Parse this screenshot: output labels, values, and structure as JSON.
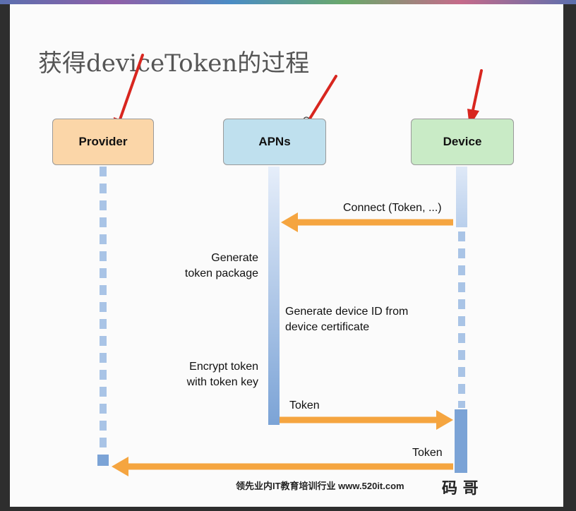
{
  "slide": {
    "title": "获得deviceToken的过程",
    "footer": "领先业内IT教育培训行业 www.520it.com",
    "footer_logo": "码 哥"
  },
  "participants": [
    {
      "id": "provider",
      "label": "Provider",
      "fill": "#fbd6a8"
    },
    {
      "id": "apns",
      "label": "APNs",
      "fill": "#bfe0ee"
    },
    {
      "id": "device",
      "label": "Device",
      "fill": "#c9ebc6"
    }
  ],
  "messages": [
    {
      "label": "Connect (Token, ...)",
      "from": "device",
      "to": "apns"
    },
    {
      "label": "Token",
      "from": "apns",
      "to": "device"
    },
    {
      "label": "Token",
      "from": "device",
      "to": "provider"
    }
  ],
  "notes": {
    "generate_package": "Generate\ntoken package",
    "generate_id": "Generate device ID from\ndevice certificate",
    "encrypt": "Encrypt token\nwith token key"
  },
  "colors": {
    "arrow": "#f5a540",
    "annotation": "#d8261f",
    "lifeline": "#a9c4e6",
    "activation": "#7ba3d6"
  }
}
